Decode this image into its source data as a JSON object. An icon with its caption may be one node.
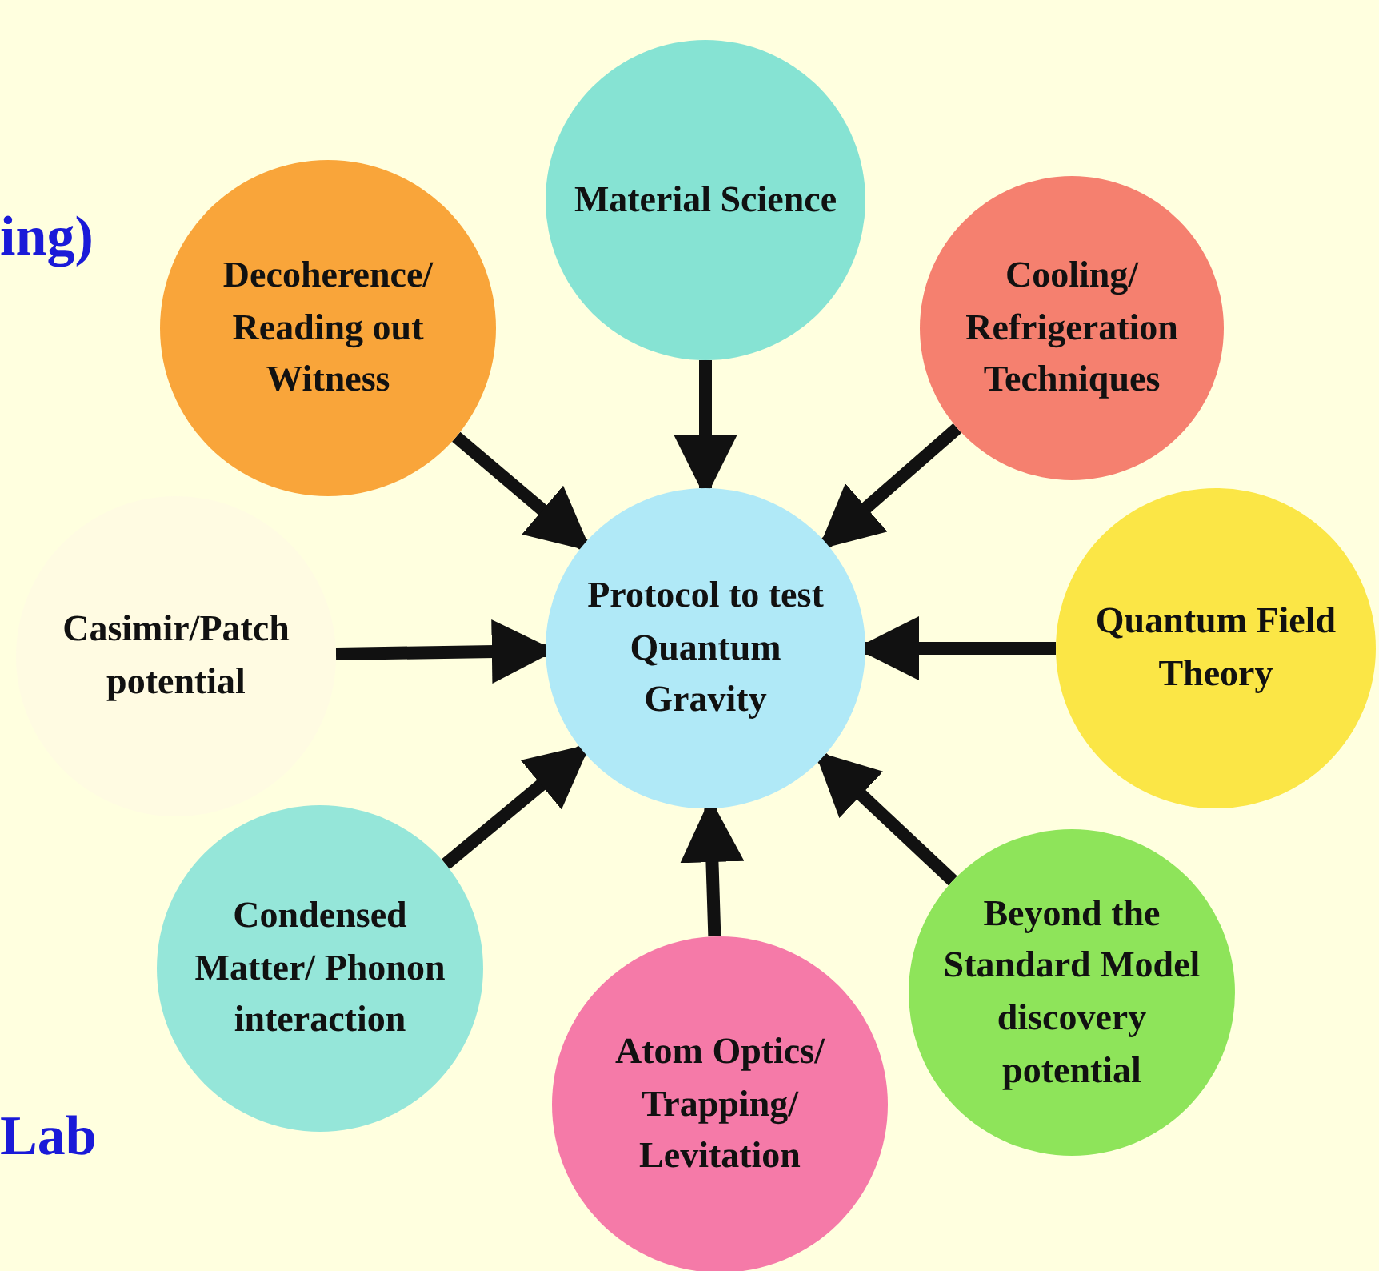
{
  "diagram": {
    "nodes": [
      {
        "text": [
          "Material Science"
        ]
      },
      {
        "text": [
          "Decoherence/ Reading out Witness"
        ]
      },
      {
        "text": [
          "Cooling/ Refrigeration Techniques"
        ]
      },
      {
        "text": [
          "Casimir/Patch potential"
        ]
      },
      {
        "text": [
          "Protocol to test Quantum Gravity"
        ]
      },
      {
        "text": [
          "Quantum Field Theory"
        ]
      },
      {
        "text": [
          "Condensed Matter/ Phonon interaction"
        ]
      },
      {
        "text": [
          "Beyond the Standard Model discovery potential"
        ]
      },
      {
        "text": [
          "Atom Optics/ Trapping/ Levitation"
        ]
      }
    ],
    "edges": [
      {
        "from": 0,
        "to": 4,
        "arrow": "to"
      },
      {
        "from": 1,
        "to": 4,
        "arrow": "to"
      },
      {
        "from": 2,
        "to": 4,
        "arrow": "to"
      },
      {
        "from": 3,
        "to": 4,
        "arrow": "to"
      },
      {
        "from": 5,
        "to": 4,
        "arrow": "to"
      },
      {
        "from": 6,
        "to": 4,
        "arrow": "to"
      },
      {
        "from": 7,
        "to": 4,
        "arrow": "to"
      },
      {
        "from": 8,
        "to": 4,
        "arrow": "to"
      }
    ],
    "labels": [
      "ing)",
      "Lab"
    ]
  }
}
